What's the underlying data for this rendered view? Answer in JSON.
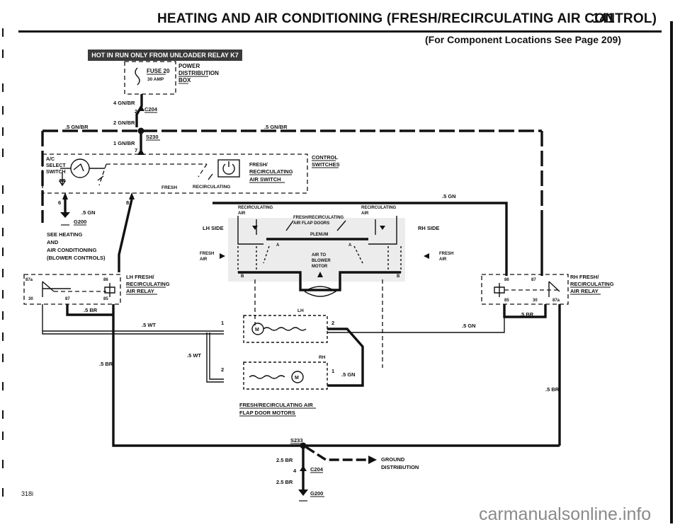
{
  "header": {
    "title": "HEATING AND AIR CONDITIONING (FRESH/RECIRCULATING AIR CONTROL)",
    "page_number": "141",
    "subtitle": "(For Component Locations See Page 209)"
  },
  "banner": "HOT IN RUN ONLY FROM UNLOADER RELAY K7",
  "footer": {
    "model_code": "318i",
    "watermark": "carmanualsonline.info"
  },
  "power_box": {
    "fuse": "FUSE 20",
    "amp": "30 AMP",
    "line1": "POWER",
    "line2": "DISTRIBUTION",
    "line3": "BOX"
  },
  "wires": {
    "w4gnbr": "4 GN/BR",
    "pin2": "2",
    "c204": "C204",
    "w5gnbr_left": ".5 GN/BR",
    "w2gnbr": "2 GN/BR",
    "w5gnbr_right": ".5 GN/BR",
    "s230": "S230",
    "w1gnbr": "1 GN/BR",
    "pin7": "7",
    "w5gn_right": ".5 GN",
    "w5gn_left": ".5 GN",
    "w5br_left": ".5 BR",
    "w5wt_top": ".5 WT",
    "w5wt_mid": ".5 WT",
    "w5gn_mid": ".5 GN",
    "w5gn_motor": ".5 GN",
    "w5br_mid": ".5 BR",
    "w5br_right_relay": ".5 BR",
    "w5br_right": ".5 BR",
    "pin6": "6",
    "pin8": "8",
    "g200_top": "G200"
  },
  "control": {
    "ac_line1": "A/C",
    "ac_line2": "SELECT",
    "ac_line3": "SWITCH",
    "fr_line1": "FRESH/",
    "fr_line2": "RECIRCULATING",
    "fr_line3": "AIR SWITCH",
    "fresh": "FRESH",
    "recirc": "RECIRCULATING",
    "ctl_line1": "CONTROL",
    "ctl_line2": "SWITCHES"
  },
  "see_heating": {
    "line1": "SEE HEATING",
    "line2": "AND",
    "line3": "AIR CONDITIONING",
    "line4": "(BLOWER CONTROLS)"
  },
  "lh_relay": {
    "line1": "LH FRESH/",
    "line2": "RECIRCULATING",
    "line3": "AIR RELAY",
    "p87a": "87a",
    "p86": "86",
    "p30": "30",
    "p87": "87",
    "p85": "85"
  },
  "rh_relay": {
    "line1": "RH FRESH/",
    "line2": "RECIRCULATING",
    "line3": "AIR RELAY",
    "p86": "86",
    "p87": "87",
    "p85": "85",
    "p30": "30",
    "p87a": "87a"
  },
  "plenum": {
    "recirc_left1": "RECIRCULATING",
    "recirc_left2": "AIR",
    "recirc_right1": "RECIRCULATING",
    "recirc_right2": "AIR",
    "doors1": "FRESH/RECIRCULATING",
    "doors2": "AIR FLAP DOORS",
    "lh_side": "LH SIDE",
    "rh_side": "RH SIDE",
    "plenum": "PLENUM",
    "fresh_left1": "FRESH",
    "fresh_left2": "AIR",
    "fresh_right1": "FRESH",
    "fresh_right2": "AIR",
    "a_left": "A",
    "a_right": "A",
    "b_left": "B",
    "b_right": "B",
    "blower1": "AIR TO",
    "blower2": "BLOWER",
    "blower3": "MOTOR"
  },
  "motors": {
    "lh": "LH",
    "rh": "RH",
    "pin1_top": "1",
    "pin2_top": "2",
    "pin2_bot": "2",
    "pin1_bot": "1",
    "label1": "FRESH/RECIRCULATING AIR",
    "label2": "FLAP DOOR MOTORS",
    "m": "M"
  },
  "ground": {
    "s233": "S233",
    "w25br_top": "2.5 BR",
    "pin4": "4",
    "c204": "C204",
    "w25br_bot": "2.5 BR",
    "g200": "G200",
    "dist1": "GROUND",
    "dist2": "DISTRIBUTION"
  }
}
